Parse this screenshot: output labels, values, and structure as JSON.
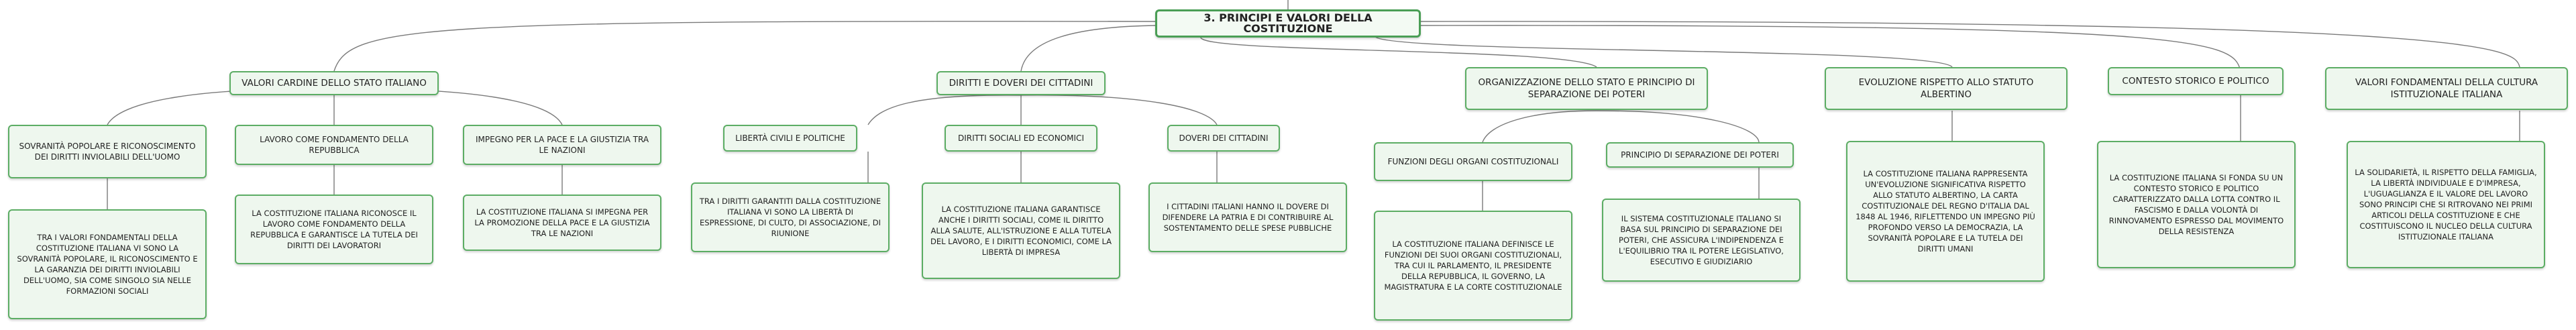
{
  "root": "3. PRINCIPI E VALORI DELLA COSTITUZIONE",
  "branches": [
    {
      "label": "VALORI CARDINE DELLO STATO ITALIANO",
      "children": [
        {
          "label": "SOVRANITÀ POPOLARE E RICONOSCIMENTO DEI DIRITTI INVIOLABILI DELL'UOMO",
          "detail": "TRA I VALORI FONDAMENTALI DELLA COSTITUZIONE ITALIANA VI SONO LA SOVRANITÀ POPOLARE, IL RICONOSCIMENTO E LA GARANZIA DEI DIRITTI INVIOLABILI DELL'UOMO, SIA COME SINGOLO SIA NELLE FORMAZIONI SOCIALI"
        },
        {
          "label": "LAVORO COME FONDAMENTO DELLA REPUBBLICA",
          "detail": "LA COSTITUZIONE ITALIANA RICONOSCE IL LAVORO COME FONDAMENTO DELLA REPUBBLICA E GARANTISCE LA TUTELA DEI DIRITTI DEI LAVORATORI"
        },
        {
          "label": "IMPEGNO PER LA PACE E LA GIUSTIZIA TRA LE NAZIONI",
          "detail": "LA COSTITUZIONE ITALIANA SI IMPEGNA PER LA PROMOZIONE DELLA PACE E LA GIUSTIZIA TRA LE NAZIONI"
        }
      ]
    },
    {
      "label": "DIRITTI E DOVERI DEI CITTADINI",
      "children": [
        {
          "label": "LIBERTÀ CIVILI E POLITICHE",
          "detail": "TRA I DIRITTI GARANTITI DALLA COSTITUZIONE ITALIANA VI SONO LA LIBERTÀ DI ESPRESSIONE, DI CULTO, DI ASSOCIAZIONE, DI RIUNIONE"
        },
        {
          "label": "DIRITTI SOCIALI ED ECONOMICI",
          "detail": "LA COSTITUZIONE ITALIANA GARANTISCE ANCHE I DIRITTI SOCIALI, COME IL DIRITTO ALLA SALUTE, ALL'ISTRUZIONE E ALLA TUTELA DEL LAVORO, E I DIRITTI ECONOMICI, COME LA LIBERTÀ DI IMPRESA"
        },
        {
          "label": "DOVERI DEI CITTADINI",
          "detail": "I CITTADINI ITALIANI HANNO IL DOVERE DI DIFENDERE LA PATRIA E DI CONTRIBUIRE AL SOSTENTAMENTO DELLE SPESE PUBBLICHE"
        }
      ]
    },
    {
      "label": "ORGANIZZAZIONE DELLO STATO E PRINCIPIO DI SEPARAZIONE DEI POTERI",
      "children": [
        {
          "label": "FUNZIONI DEGLI ORGANI COSTITUZIONALI",
          "detail": "LA COSTITUZIONE ITALIANA DEFINISCE LE FUNZIONI DEI SUOI ORGANI COSTITUZIONALI, TRA CUI IL PARLAMENTO, IL PRESIDENTE DELLA REPUBBLICA, IL GOVERNO, LA MAGISTRATURA E LA CORTE COSTITUZIONALE"
        },
        {
          "label": "PRINCIPIO DI SEPARAZIONE DEI POTERI",
          "detail": "IL SISTEMA COSTITUZIONALE ITALIANO SI BASA SUL PRINCIPIO DI SEPARAZIONE DEI POTERI, CHE ASSICURA L'INDIPENDENZA E L'EQUILIBRIO TRA IL POTERE LEGISLATIVO, ESECUTIVO E GIUDIZIARIO"
        }
      ]
    },
    {
      "label": "EVOLUZIONE RISPETTO ALLO STATUTO ALBERTINO",
      "detail": "LA COSTITUZIONE ITALIANA RAPPRESENTA UN'EVOLUZIONE SIGNIFICATIVA RISPETTO ALLO STATUTO ALBERTINO, LA CARTA COSTITUZIONALE DEL REGNO D'ITALIA DAL 1848 AL 1946, RIFLETTENDO UN IMPEGNO PIÙ PROFONDO VERSO LA DEMOCRAZIA, LA SOVRANITÀ POPOLARE E LA TUTELA DEI DIRITTI UMANI"
    },
    {
      "label": "CONTESTO STORICO E POLITICO",
      "detail": "LA COSTITUZIONE ITALIANA SI FONDA SU UN CONTESTO STORICO E POLITICO CARATTERIZZATO DALLA LOTTA CONTRO IL FASCISMO E DALLA VOLONTÀ DI RINNOVAMENTO ESPRESSO DAL MOVIMENTO DELLA RESISTENZA"
    },
    {
      "label": "VALORI FONDAMENTALI DELLA CULTURA ISTITUZIONALE ITALIANA",
      "detail": "LA SOLIDARIETÀ, IL RISPETTO DELLA FAMIGLIA, LA LIBERTÀ INDIVIDUALE E D'IMPRESA, L'UGUAGLIANZA E IL VALORE DEL LAVORO SONO PRINCIPI CHE SI RITROVANO NEI PRIMI ARTICOLI DELLA COSTITUZIONE E CHE COSTITUISCONO IL NUCLEO DELLA CULTURA ISTITUZIONALE ITALIANA"
    }
  ]
}
